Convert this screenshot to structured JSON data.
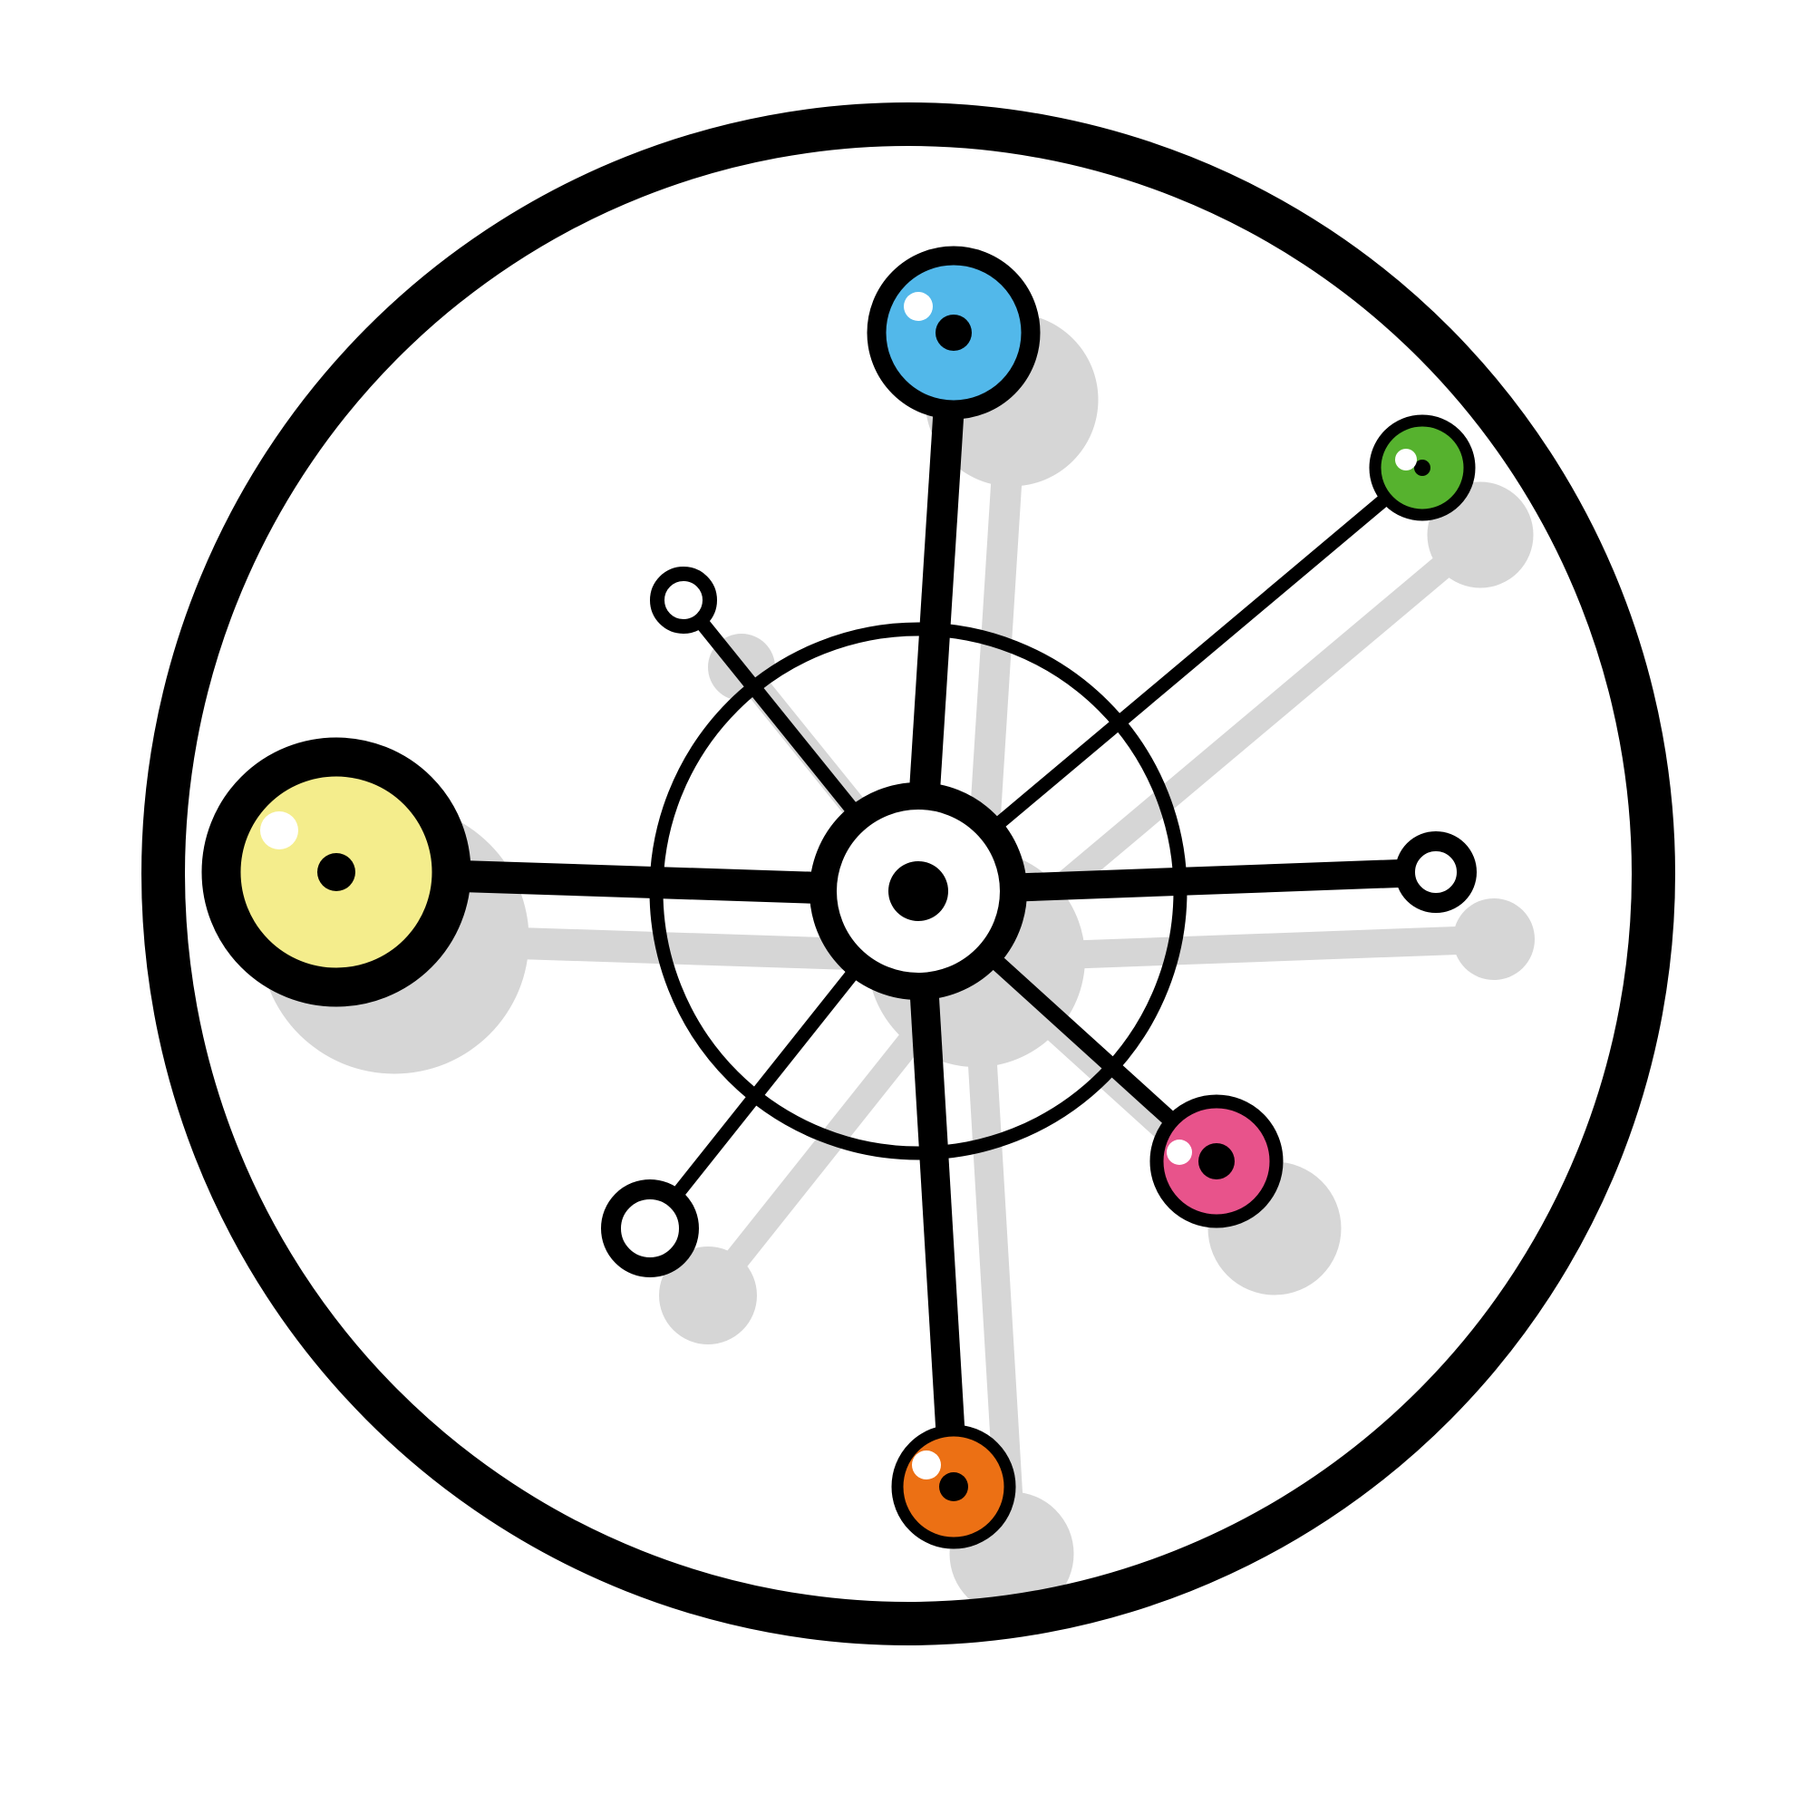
{
  "figure": {
    "kind": "hub-and-spoke network icon",
    "background": "#ffffff",
    "stroke_color": "#000000",
    "shadow_color": "#d6d6d6",
    "hub_fill": "#ffffff",
    "hub_dot_color": "#000000",
    "highlight_color": "#ffffff",
    "nodes": [
      {
        "id": "top",
        "fill": "#52b8ea",
        "style": "colored"
      },
      {
        "id": "upper-right",
        "fill": "#56b22e",
        "style": "colored"
      },
      {
        "id": "right",
        "fill": "#ffffff",
        "style": "ring"
      },
      {
        "id": "lower-right",
        "fill": "#e8538b",
        "style": "colored"
      },
      {
        "id": "bottom",
        "fill": "#ec7014",
        "style": "colored"
      },
      {
        "id": "lower-left",
        "fill": "#ffffff",
        "style": "ring"
      },
      {
        "id": "left",
        "fill": "#f4ed8c",
        "style": "colored"
      },
      {
        "id": "upper-left",
        "fill": "#ffffff",
        "style": "ring"
      }
    ]
  }
}
